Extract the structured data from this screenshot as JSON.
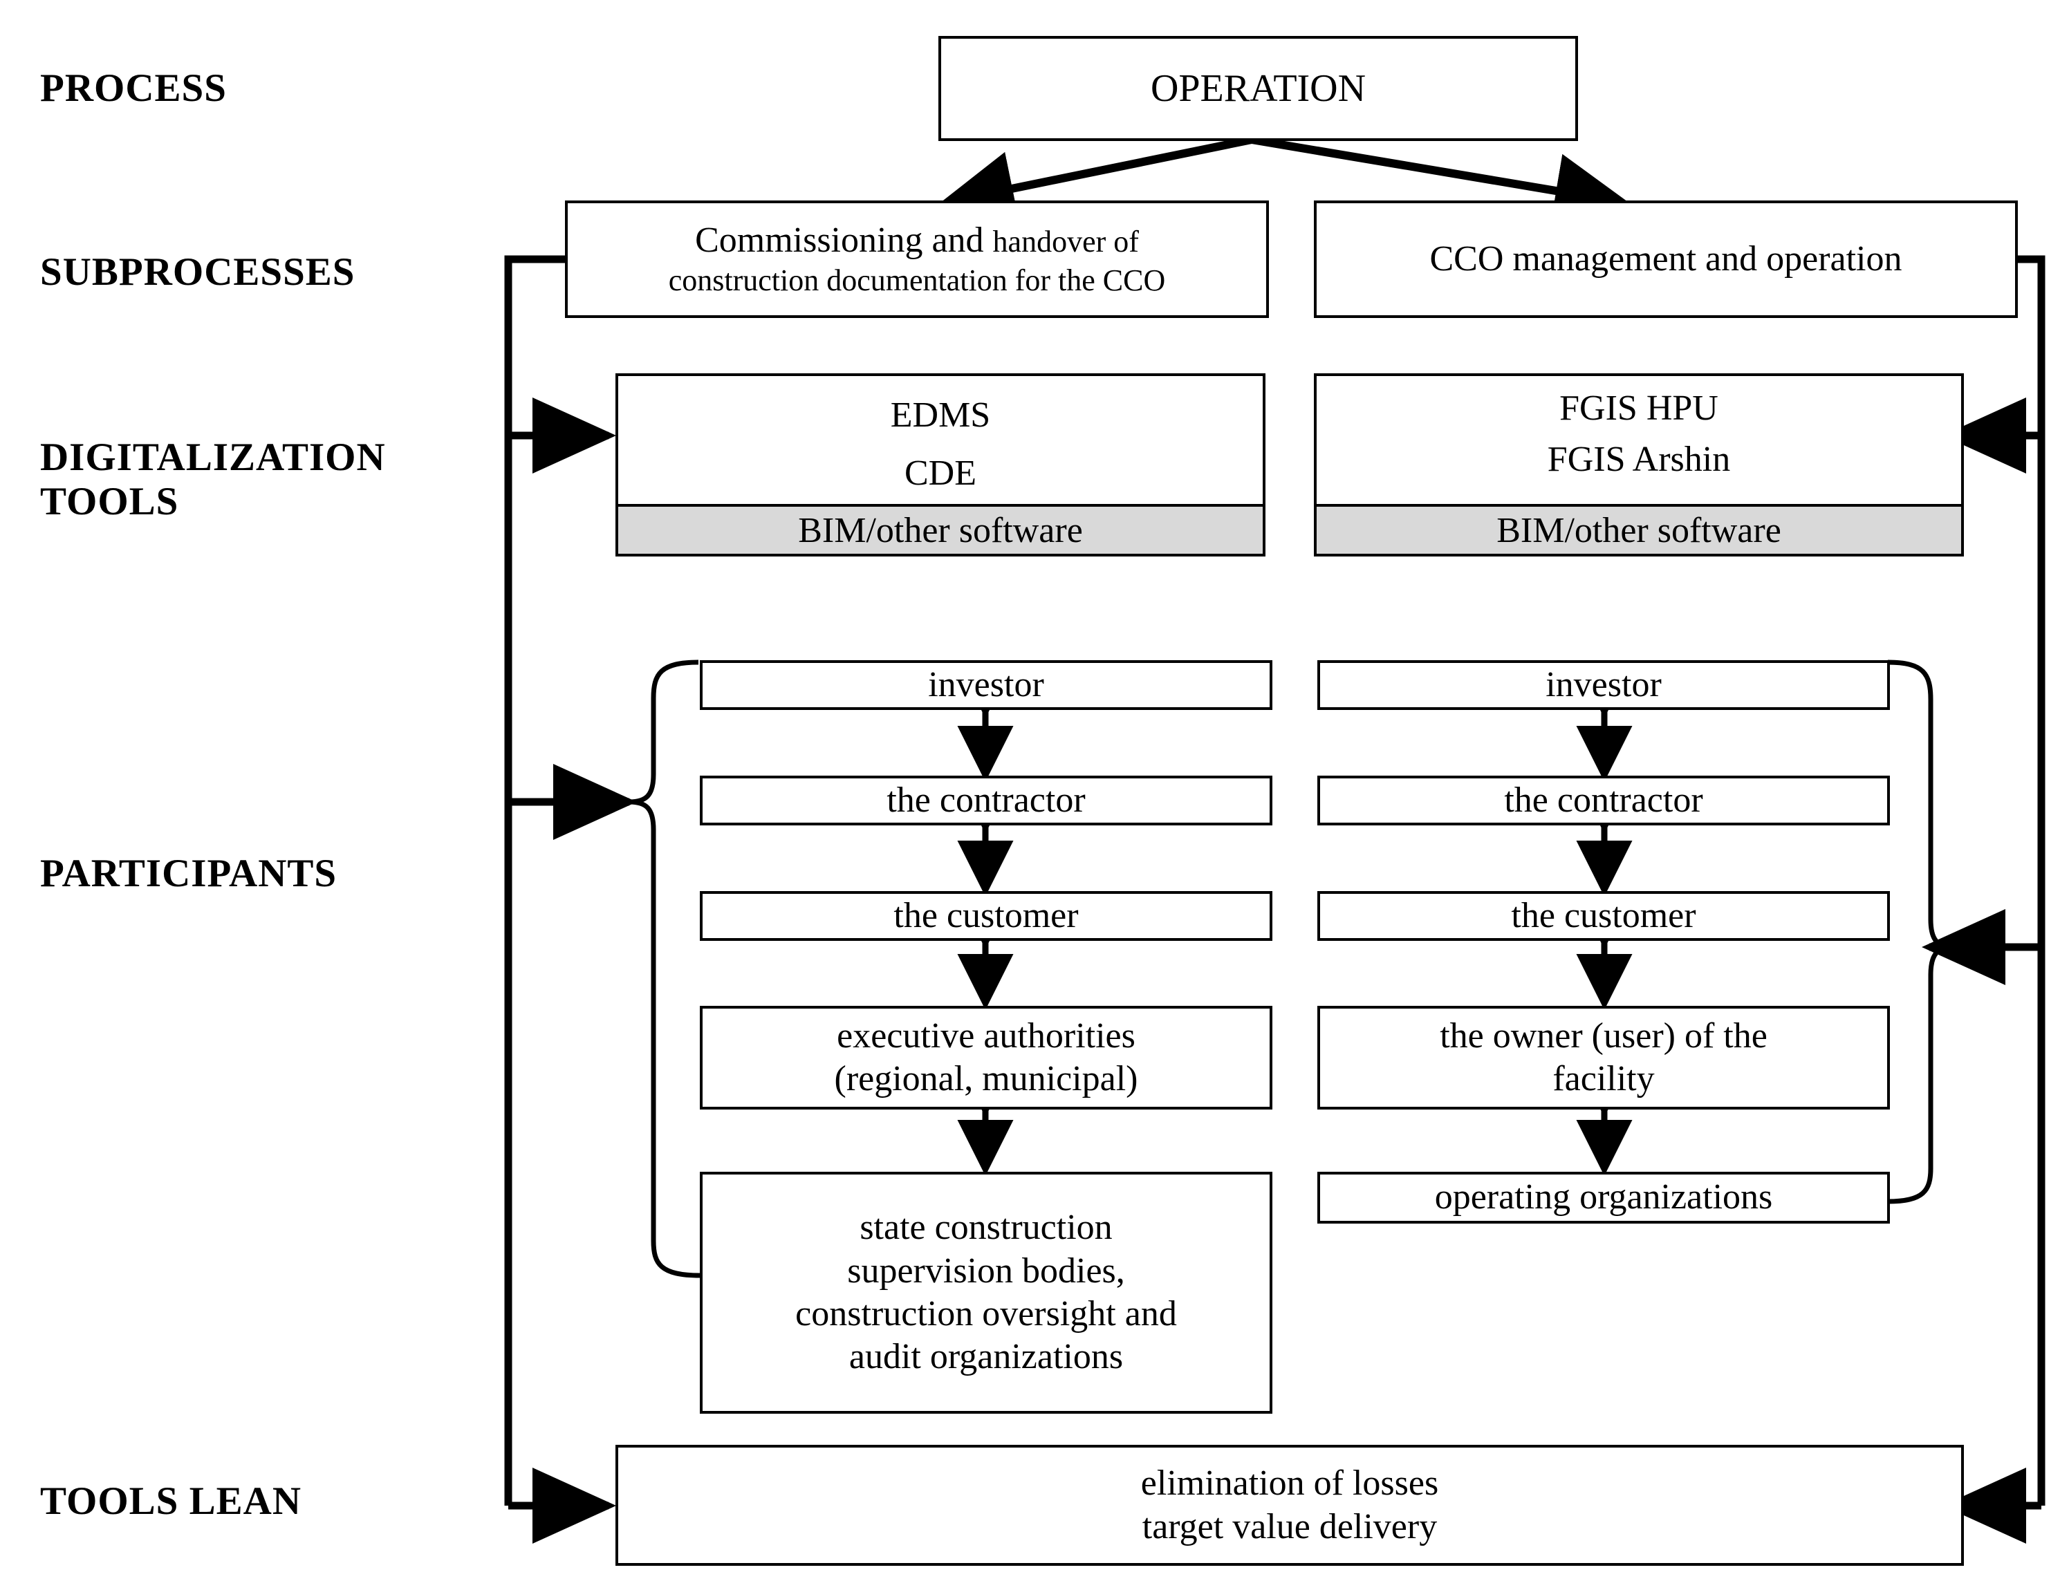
{
  "row_labels": [
    {
      "key": "process",
      "text": "PROCESS"
    },
    {
      "key": "subprocesses",
      "text": "SUBPROCESSES"
    },
    {
      "key": "digitalization_tools",
      "text": "DIGITALIZATION\nTOOLS"
    },
    {
      "key": "participants",
      "text": "PARTICIPANTS"
    },
    {
      "key": "tools_lean",
      "text": "TOOLS  LEAN"
    }
  ],
  "process": {
    "box_label": "OPERATION"
  },
  "subprocesses": {
    "left": {
      "line1": "Commissioning and",
      "line1_small": "handover of",
      "line2": "construction documentation for the CCO"
    },
    "right": {
      "line1": "CCO management and operation"
    }
  },
  "digitalization_tools": {
    "left": {
      "items": [
        "EDMS",
        "CDE"
      ],
      "band": "BIM/other software"
    },
    "right": {
      "items": [
        "FGIS HPU",
        "FGIS Arshin"
      ],
      "band": "BIM/other software"
    }
  },
  "participants": {
    "left_column": [
      {
        "lines": [
          "investor"
        ]
      },
      {
        "lines": [
          "the contractor"
        ]
      },
      {
        "lines": [
          "the customer"
        ]
      },
      {
        "lines": [
          "executive authorities",
          "(regional, municipal)"
        ]
      },
      {
        "lines": [
          "state construction",
          "supervision bodies,",
          "construction oversight and",
          "audit organizations"
        ]
      }
    ],
    "right_column": [
      {
        "lines": [
          "investor"
        ]
      },
      {
        "lines": [
          "the contractor"
        ]
      },
      {
        "lines": [
          "the customer"
        ]
      },
      {
        "lines": [
          "the owner (user) of the",
          "facility"
        ]
      },
      {
        "lines": [
          "operating organizations"
        ]
      }
    ]
  },
  "tools_lean": {
    "lines": [
      "elimination of losses",
      "target value delivery"
    ]
  },
  "colors": {
    "stroke": "#000000",
    "background": "#ffffff",
    "band_fill": "#d9d9d9"
  }
}
